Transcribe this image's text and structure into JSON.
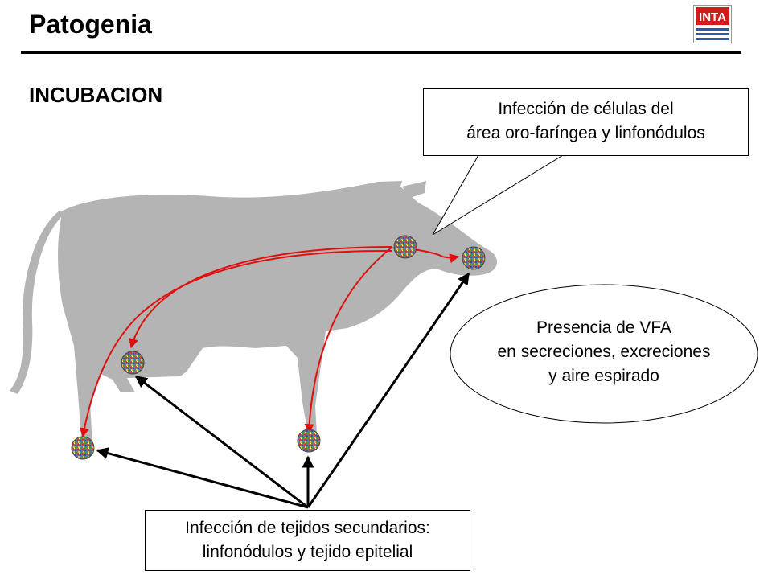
{
  "header": {
    "title": "Patogenia",
    "subtitle": "INCUBACION",
    "logo_text": "INTA"
  },
  "callouts": {
    "top": {
      "line1": "Infección de células del",
      "line2": "área oro-faríngea y linfonódulos"
    },
    "ellipse": {
      "line1": "Presencia de VFA",
      "line2": "en secreciones, excreciones",
      "line3": "y aire espirado"
    },
    "bottom": {
      "line1": "Infección de tejidos secundarios:",
      "line2": "linfonódulos y tejido epitelial"
    }
  },
  "colors": {
    "cow": "#b4b4b4",
    "spread_arrows": "#e01010",
    "infection_arrows": "#000000",
    "logo_red": "#d21c1c",
    "logo_blue": "#2a5aa8"
  }
}
